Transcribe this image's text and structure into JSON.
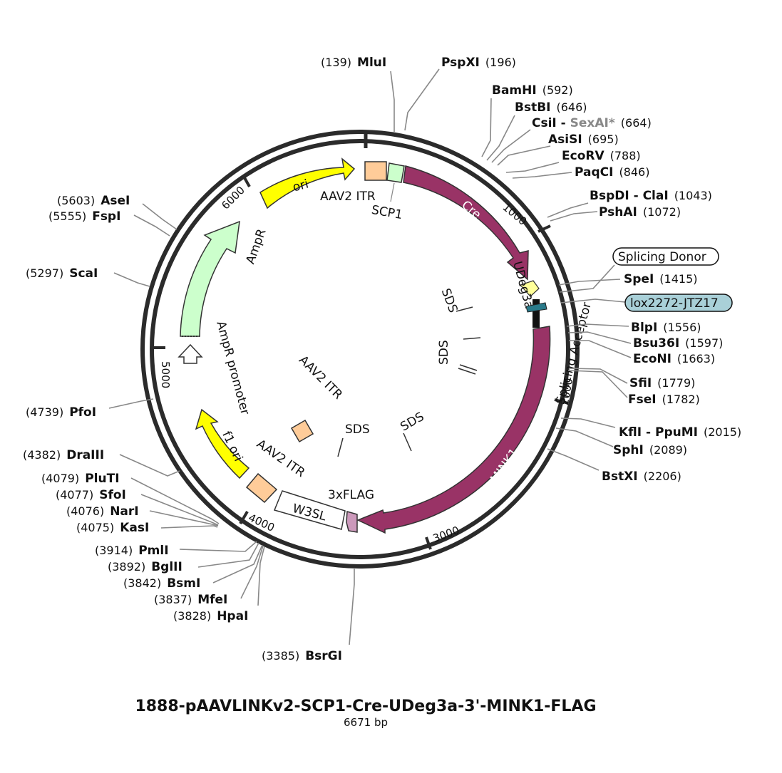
{
  "plasmid": {
    "name": "1888-pAAVLINKv2-SCP1-Cre-UDeg3a-3'-MINK1-FLAG",
    "length": "6671 bp"
  },
  "ticks": [
    "1000",
    "2000",
    "3000",
    "4000",
    "5000",
    "6000"
  ],
  "sites": [
    {
      "name": "MluI",
      "pos": "(139)"
    },
    {
      "name": "PspXI",
      "pos": "(196)"
    },
    {
      "name": "BamHI",
      "pos": "(592)"
    },
    {
      "name": "BstBI",
      "pos": "(646)"
    },
    {
      "name": "CsiI",
      "sep": " - ",
      "name2": "SexAI*",
      "pos": "(664)"
    },
    {
      "name": "AsiSI",
      "pos": "(695)"
    },
    {
      "name": "EcoRV",
      "pos": "(788)"
    },
    {
      "name": "PaqCI",
      "pos": "(846)"
    },
    {
      "name": "BspDI - ClaI",
      "pos": "(1043)"
    },
    {
      "name": "PshAI",
      "pos": "(1072)"
    },
    {
      "name": "SpeI",
      "pos": "(1415)"
    },
    {
      "name": "BlpI",
      "pos": "(1556)"
    },
    {
      "name": "Bsu36I",
      "pos": "(1597)"
    },
    {
      "name": "EcoNI",
      "pos": "(1663)"
    },
    {
      "name": "SfiI",
      "pos": "(1779)"
    },
    {
      "name": "FseI",
      "pos": "(1782)"
    },
    {
      "name": "KflI - PpuMI",
      "pos": "(2015)"
    },
    {
      "name": "SphI",
      "pos": "(2089)"
    },
    {
      "name": "BstXI",
      "pos": "(2206)"
    },
    {
      "name": "BsrGI",
      "pos": "(3385)"
    },
    {
      "name": "HpaI",
      "pos": "(3828)"
    },
    {
      "name": "MfeI",
      "pos": "(3837)"
    },
    {
      "name": "BsmI",
      "pos": "(3842)"
    },
    {
      "name": "BglII",
      "pos": "(3892)"
    },
    {
      "name": "PmlI",
      "pos": "(3914)"
    },
    {
      "name": "KasI",
      "pos": "(4075)"
    },
    {
      "name": "NarI",
      "pos": "(4076)"
    },
    {
      "name": "SfoI",
      "pos": "(4077)"
    },
    {
      "name": "PluTI",
      "pos": "(4079)"
    },
    {
      "name": "DraIII",
      "pos": "(4382)"
    },
    {
      "name": "PfoI",
      "pos": "(4739)"
    },
    {
      "name": "ScaI",
      "pos": "(5297)"
    },
    {
      "name": "FspI",
      "pos": "(5555)"
    },
    {
      "name": "AseI",
      "pos": "(5603)"
    }
  ],
  "callouts": {
    "splicing_donor": "Splicing Donor",
    "lox": "lox2272-JTZ17"
  },
  "features": {
    "ori": "ori",
    "aav2_itr_top": "AAV2 ITR",
    "scp1": "SCP1",
    "cre": "Cre",
    "udeg3a": "UDeg3a",
    "splicing_acceptor": "Splicing Acceptor",
    "mink1": "MINK1",
    "flag": "3xFLAG",
    "w3sl": "W3SL",
    "aav2_itr_bottom": "AAV2 ITR",
    "f1_ori": "f1 ori",
    "ampr": "AmpR",
    "ampr_promoter": "AmpR promoter",
    "sds": [
      "SDS",
      "SDS",
      "SDS",
      "SDS"
    ],
    "aav2_itr_inner": "AAV2 ITR"
  },
  "colors": {
    "cre": "#993366",
    "mink1": "#993366",
    "ori": "#ffff00",
    "ampr": "#ccffcc",
    "itr": "#ffcc99",
    "scp1": "#ccffcc",
    "lox_fill": "#a9d0d8",
    "udeg3a": "#ffff99",
    "flag": "#cc99bb"
  }
}
